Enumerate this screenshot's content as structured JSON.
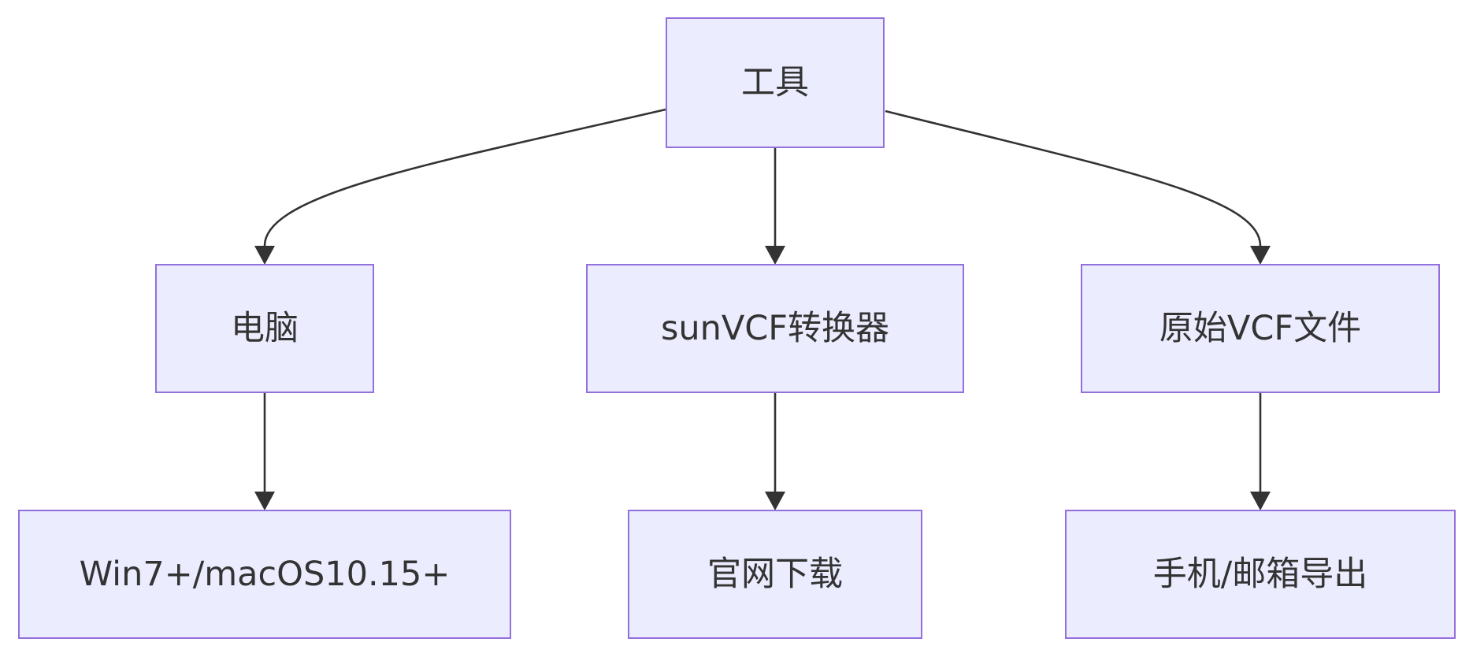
{
  "diagram": {
    "type": "flowchart-top-down",
    "colors": {
      "node_fill": "#ececff",
      "node_border": "#9370db",
      "text": "#333333",
      "edge": "#333333"
    },
    "nodes": {
      "tools": "工具",
      "computer": "电脑",
      "converter": "sunVCF转换器",
      "vcf_file": "原始VCF文件",
      "os_req": "Win7+/macOS10.15+",
      "download": "官网下载",
      "export": "手机/邮箱导出"
    },
    "edges": [
      {
        "from": "tools",
        "to": "computer"
      },
      {
        "from": "tools",
        "to": "converter"
      },
      {
        "from": "tools",
        "to": "vcf_file"
      },
      {
        "from": "computer",
        "to": "os_req"
      },
      {
        "from": "converter",
        "to": "download"
      },
      {
        "from": "vcf_file",
        "to": "export"
      }
    ]
  }
}
